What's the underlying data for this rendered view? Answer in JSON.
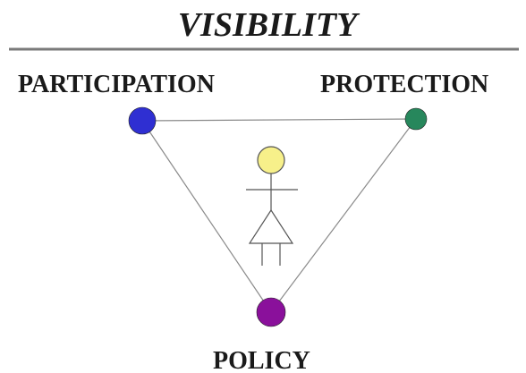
{
  "title": "VISIBILITY",
  "nodes": {
    "participation": {
      "label": "PARTICIPATION",
      "color": "#2f2fd2"
    },
    "protection": {
      "label": "PROTECTION",
      "color": "#27875c"
    },
    "policy": {
      "label": "POLICY",
      "color": "#8a109b"
    }
  },
  "figure": {
    "head_color": "#f7f08a",
    "line_color": "#555555"
  },
  "colors": {
    "text": "#1a1a1a",
    "divider": "#7a7a7a",
    "edge": "#8a8a8a"
  }
}
